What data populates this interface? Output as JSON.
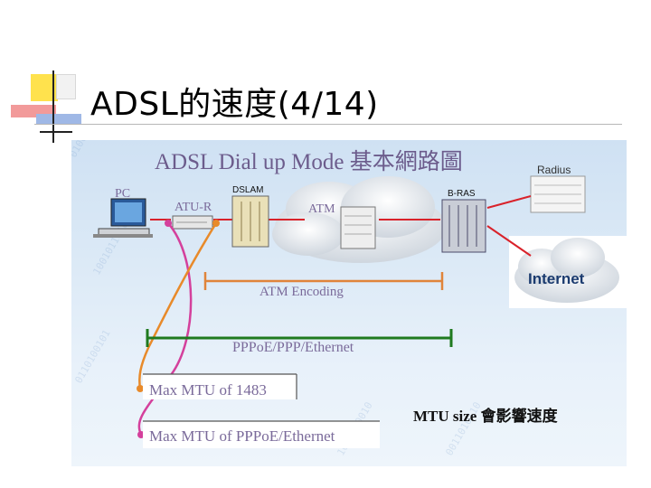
{
  "slide": {
    "title": "ADSL的速度(4/14)"
  },
  "diagram": {
    "title": "ADSL Dial up Mode 基本網路圖",
    "devices": {
      "pc": "PC",
      "atu_r": "ATU-R",
      "dslam": "DSLAM",
      "atm": "ATM",
      "bras": "B-RAS",
      "radius": "Radius",
      "internet": "Internet"
    },
    "spans": {
      "atm_encoding": "ATM Encoding",
      "pppoe": "PPPoE/PPP/Ethernet"
    },
    "mtu_boxes": {
      "mtu_1483": "Max MTU of 1483",
      "mtu_pppoe": "Max MTU of PPPoE/Ethernet"
    },
    "note": "MTU size 會影響速度",
    "colors": {
      "red_link": "#d9222a",
      "orange_span": "#e0843a",
      "green_span": "#1f7a1f",
      "magenta_line": "#d4409c",
      "orange_line": "#e88a2a",
      "title_text": "#6c5c8c"
    }
  }
}
